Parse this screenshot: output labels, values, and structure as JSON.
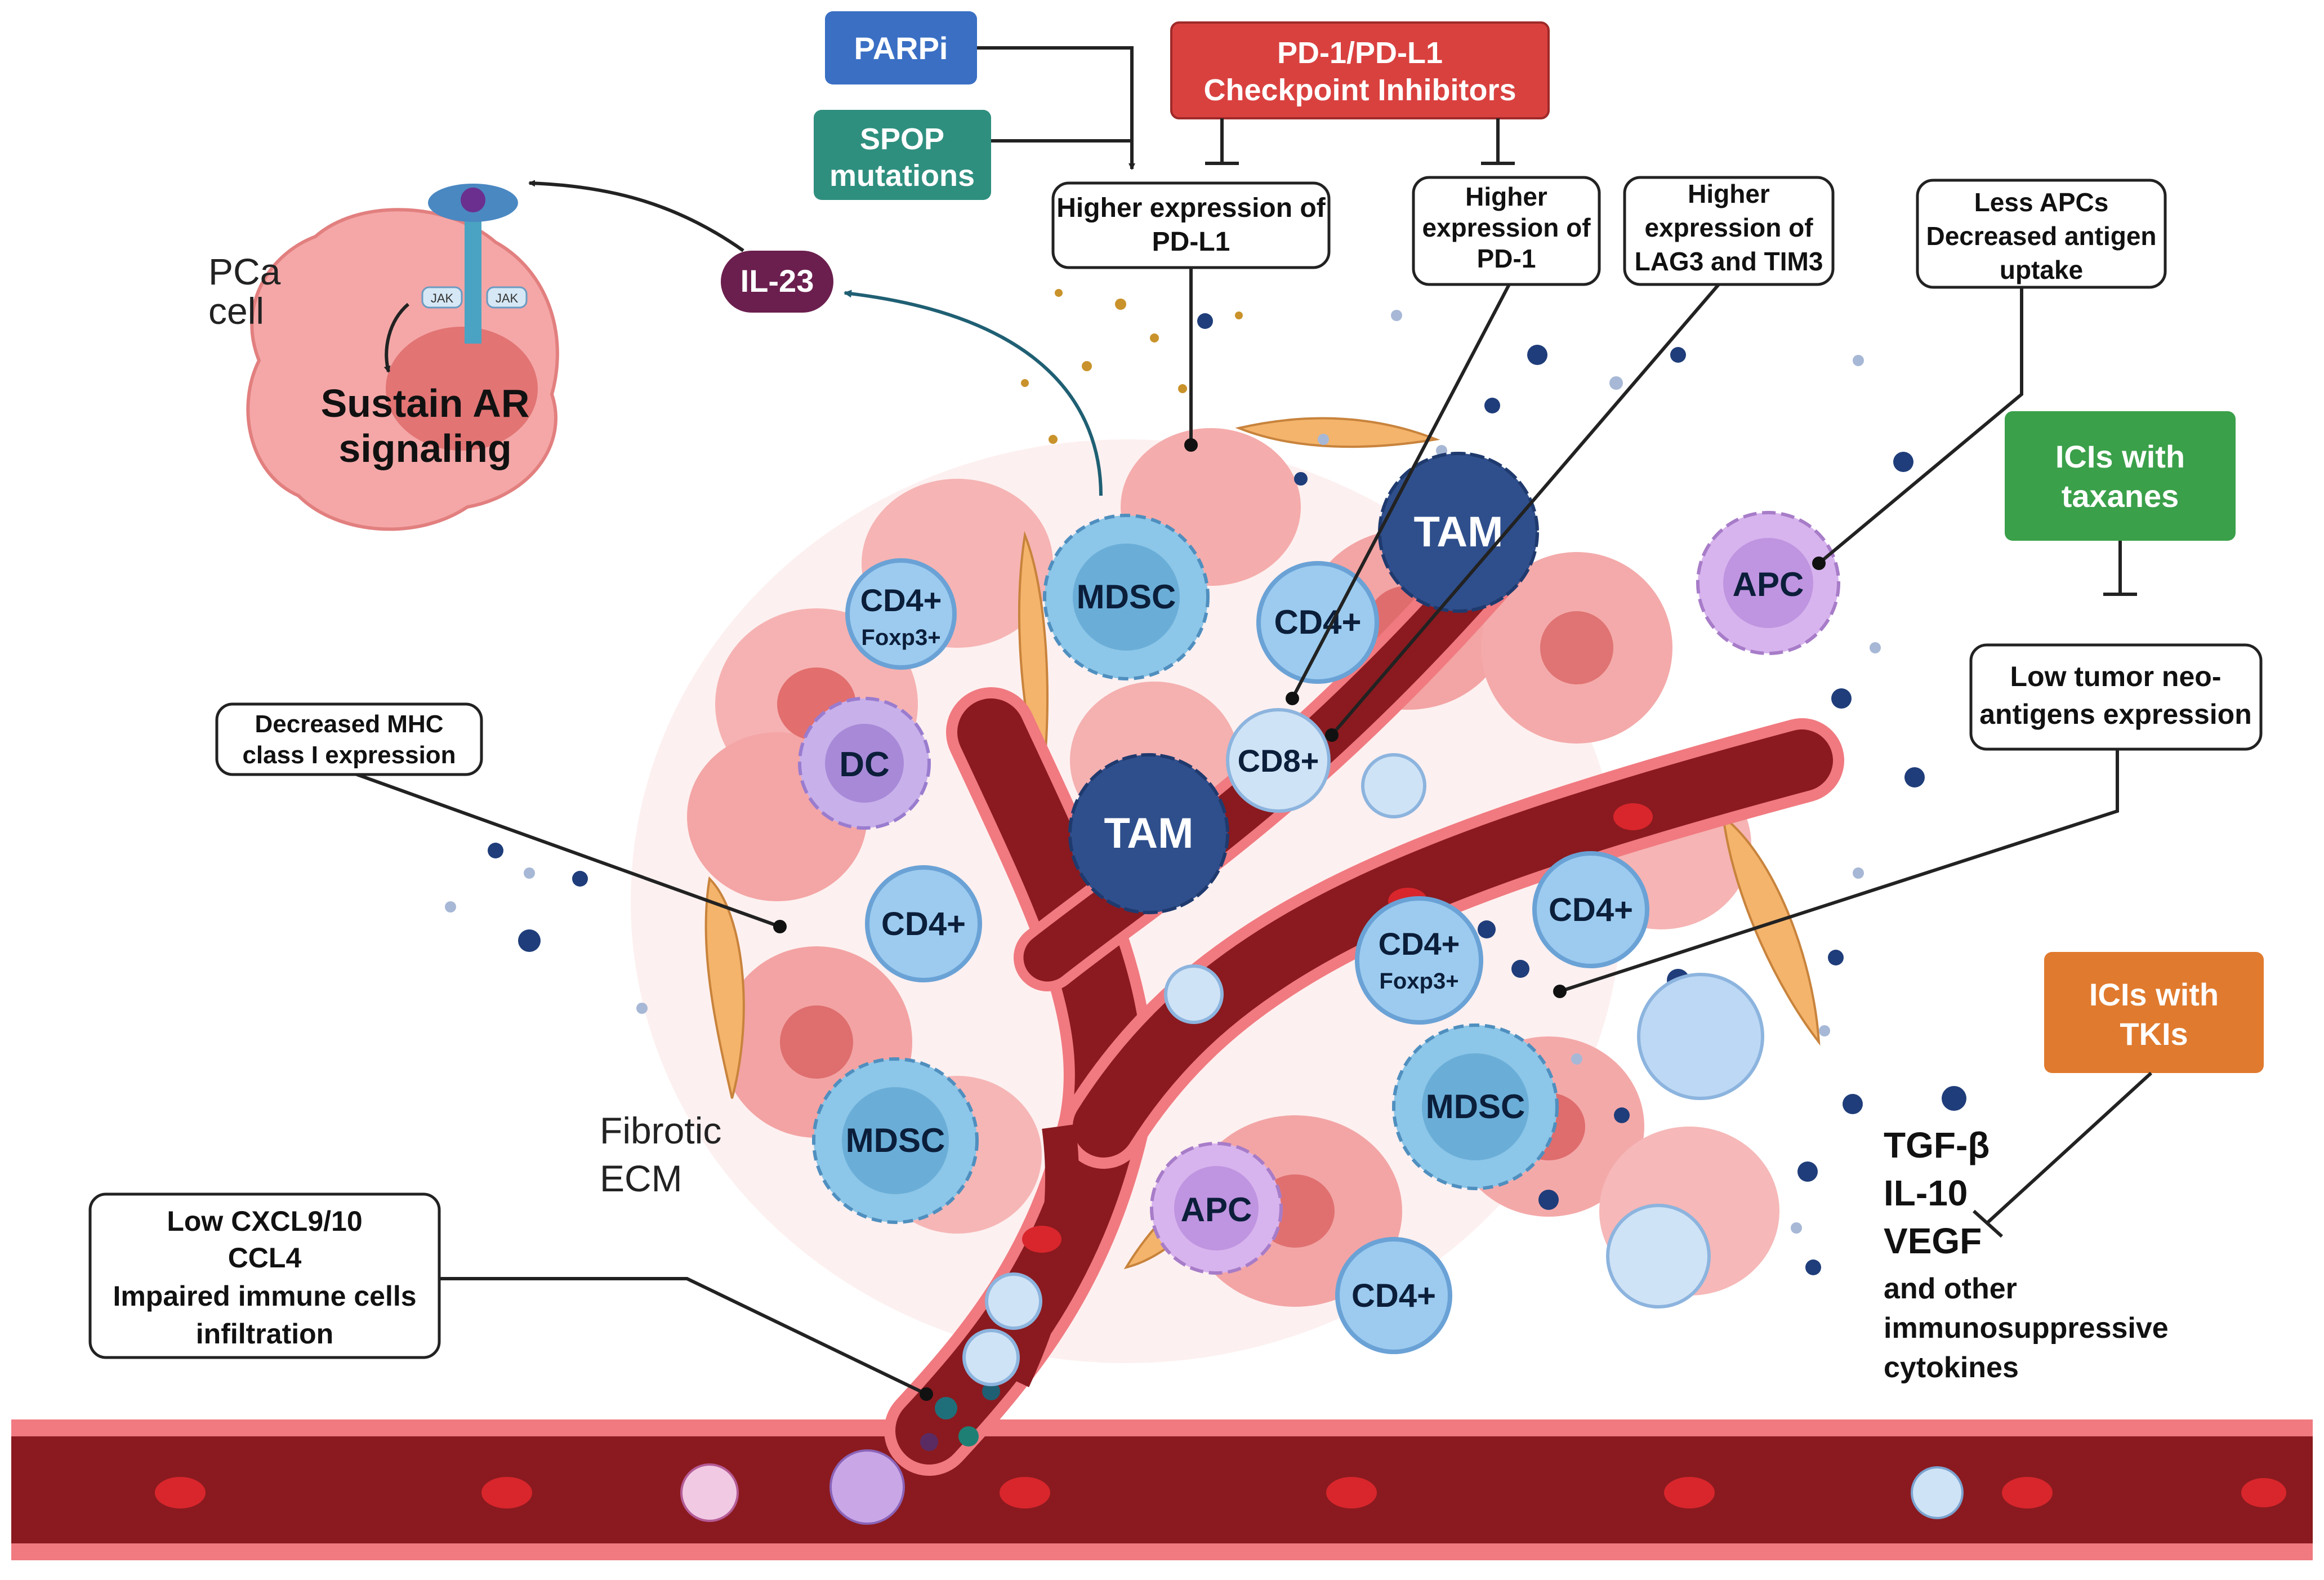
{
  "pca_cell": {
    "label_line1": "PCa",
    "label_line2": "cell",
    "jak_left": "JAK",
    "jak_right": "JAK",
    "ar_line1": "Sustain AR",
    "ar_line2": "signaling"
  },
  "il23": "IL-23",
  "drugs": {
    "parpi": "PARPi",
    "spop_line1": "SPOP",
    "spop_line2": "mutations",
    "pd1_line1": "PD-1/PD-L1",
    "pd1_line2": "Checkpoint Inhibitors",
    "taxanes_line1": "ICIs with",
    "taxanes_line2": "taxanes",
    "tkis_line1": "ICIs with",
    "tkis_line2": "TKIs"
  },
  "callouts": {
    "pdl1_line1": "Higher expression of",
    "pdl1_line2": "PD-L1",
    "pd1_line1": "Higher",
    "pd1_line2": "expression of",
    "pd1_line3": "PD-1",
    "lag3_line1": "Higher",
    "lag3_line2": "expression of",
    "lag3_line3": "LAG3 and TIM3",
    "apc_line1": "Less APCs",
    "apc_line2": "Decreased antigen",
    "apc_line3": "uptake",
    "neo_line1": "Low tumor neo-",
    "neo_line2": "antigens expression",
    "mhc_line1": "Decreased MHC",
    "mhc_line2": "class I expression",
    "cxcl_line1": "Low CXCL9/10",
    "cxcl_line2": "CCL4",
    "cxcl_line3": "Impaired immune cells",
    "cxcl_line4": "infiltration"
  },
  "cells": {
    "cd4_foxp3_top": "CD4+",
    "foxp3_top": "Foxp3+",
    "mdsc_top": "MDSC",
    "tam_top": "TAM",
    "cd4_mid": "CD4+",
    "dc": "DC",
    "cd8": "CD8+",
    "tam_mid": "TAM",
    "apc_right": "APC",
    "cd4_left": "CD4+",
    "mdsc_left": "MDSC",
    "cd4_foxp3_right": "CD4+",
    "foxp3_right": "Foxp3+",
    "cd4_right": "CD4+",
    "mdsc_right": "MDSC",
    "apc_bottom": "APC",
    "cd4_bottom": "CD4+"
  },
  "fibrotic_line1": "Fibrotic",
  "fibrotic_line2": "ECM",
  "cytokines": {
    "tgf": "TGF-β",
    "il10": "IL-10",
    "vegf": "VEGF",
    "other_line1": "and other",
    "other_line2": "immunosuppressive",
    "other_line3": "cytokines"
  },
  "colors": {
    "blue_box": "#3a6fc4",
    "teal_box": "#2f8f7f",
    "red_box": "#d9413f",
    "green_box": "#3aa04a",
    "orange_box": "#e07a2e",
    "vessel": "#8a1a1f",
    "il23_pill": "#6b1f4e",
    "tumor_pink": "#f3a7a7",
    "tcell_blue": "#9ccbef",
    "tam_navy": "#2f4f8c",
    "mdsc_blue": "#8cc6e8",
    "apc_purple": "#c89be0"
  }
}
